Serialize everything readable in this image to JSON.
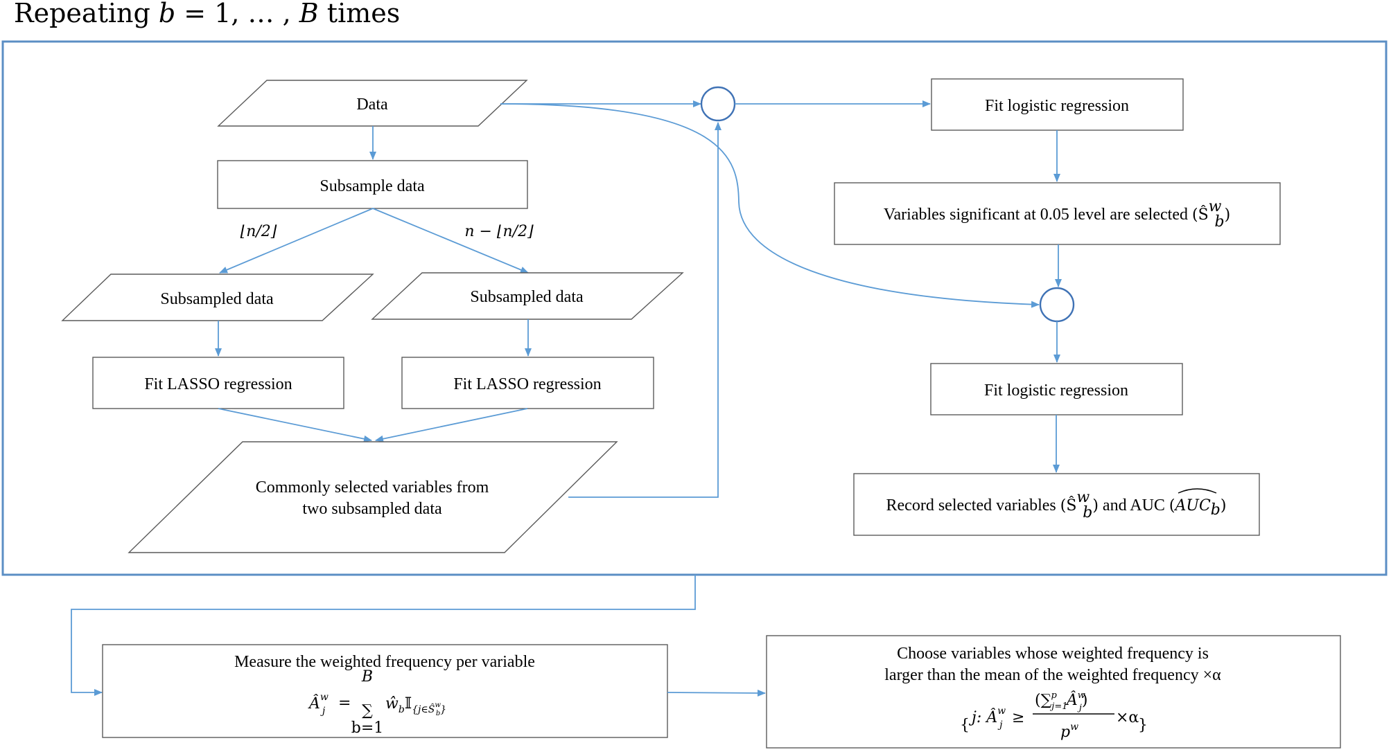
{
  "title": {
    "prefix": "Repeating ",
    "var_b": "b",
    "middle": " = 1, … , ",
    "var_B": "B",
    "suffix": " times"
  },
  "nodes": {
    "data": "Data",
    "subsample": "Subsample data",
    "split_left": "⌊n/2⌋",
    "split_right": "n − ⌊n/2⌋",
    "subsampled_left": "Subsampled data",
    "subsampled_right": "Subsampled data",
    "lasso_left": "Fit LASSO regression",
    "lasso_right": "Fit LASSO regression",
    "common_line1": "Commonly selected variables from",
    "common_line2": "two subsampled data",
    "fit_logistic_top": "Fit logistic regression",
    "significant_text": "Variables significant at 0.05 level are selected",
    "significant_math": "(Ŝ",
    "significant_sup": "w",
    "significant_sub": "b",
    "significant_close": ")",
    "fit_logistic_bottom": "Fit logistic regression",
    "record_text": "Record selected variables",
    "record_math_open": "(Ŝ",
    "record_sup": "w",
    "record_sub": "b",
    "record_math_close": ")",
    "record_and_auc": "and AUC",
    "record_auc_open": "(",
    "record_auc": "AUC",
    "record_auc_sub": "b",
    "record_auc_close": ")"
  },
  "measure": {
    "label": "Measure the weighted frequency per variable",
    "lhs": "Â",
    "lhs_sub": "j",
    "lhs_sup": "w",
    "eq": "=",
    "sum_upper": "B",
    "sum_sign": "∑",
    "sum_lower": "b=1",
    "weight": "ŵ",
    "weight_sub": "b",
    "indicator": "𝕀",
    "indicator_sub": "{j∈Ŝ",
    "indicator_sub_sup": "w",
    "indicator_sub_sub": "b",
    "indicator_sub_close": "}"
  },
  "choose": {
    "line1": "Choose variables whose weighted frequency is",
    "line2": "larger than the mean of the weighted frequency ×α",
    "set_open": "{",
    "j_colon": "j: Â",
    "j_sub": "j",
    "j_sup": "w",
    "geq": "≥",
    "num_open": "(∑",
    "num_sub": "j=1",
    "num_sup": "p",
    "num_A": "Â",
    "num_A_sub": "j",
    "num_A_sup": "w",
    "num_close": ")",
    "den": "p",
    "den_sup": "w",
    "times_alpha": "×α",
    "set_close": "}"
  }
}
